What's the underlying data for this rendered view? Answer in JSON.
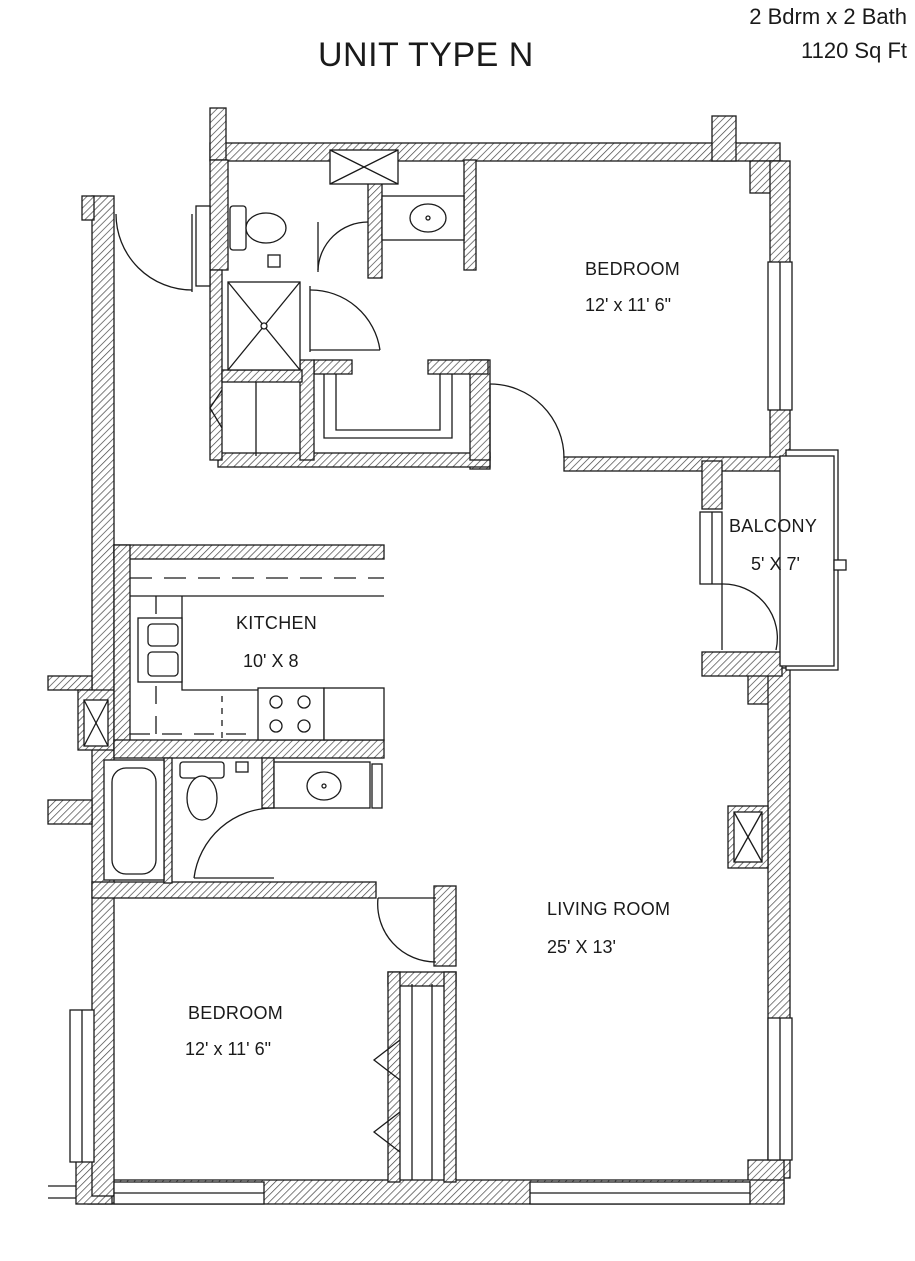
{
  "title": "UNIT TYPE N",
  "summary": {
    "layout": "2 Bdrm x 2 Bath",
    "area": "1120 Sq Ft"
  },
  "rooms": {
    "bedroom_top": {
      "name": "BEDROOM",
      "size": "12' x 11' 6\""
    },
    "balcony": {
      "name": "BALCONY",
      "size": "5' X 7'"
    },
    "kitchen": {
      "name": "KITCHEN",
      "size": "10' X 8"
    },
    "living_room": {
      "name": "LIVING ROOM",
      "size": "25' X 13'"
    },
    "bedroom_bottom": {
      "name": "BEDROOM",
      "size": "12' x 11' 6\""
    }
  },
  "colors": {
    "line": "#1a1a1a",
    "wall_hatch": "#444444",
    "background": "#ffffff"
  }
}
